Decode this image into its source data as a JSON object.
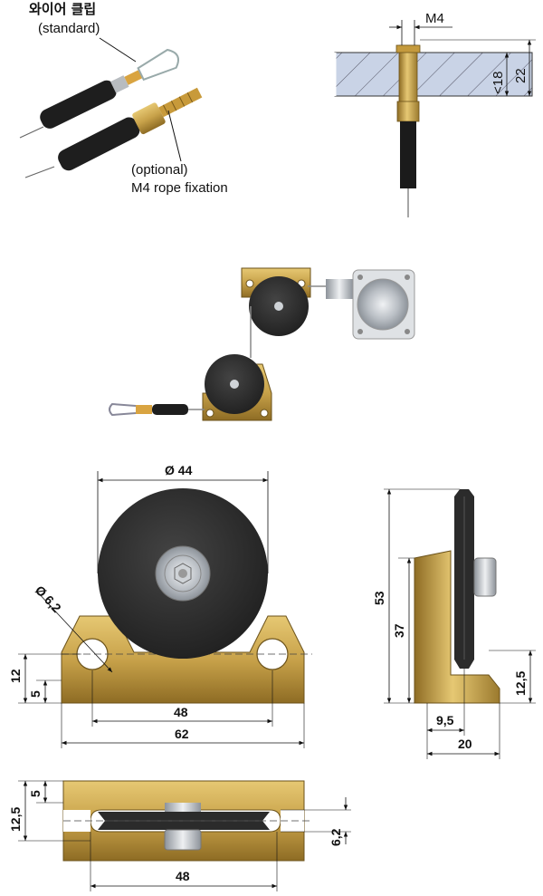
{
  "labels": {
    "wire_clip_korean": "와이어 클립",
    "wire_clip_std": "(standard)",
    "optional": "(optional)",
    "rope_fixation": "M4 rope fixation"
  },
  "dims": {
    "m4": "M4",
    "lt18": "<18",
    "d22": "22",
    "dia44": "Ø 44",
    "dia62": "Ø 6,2",
    "d12": "12",
    "d5": "5",
    "d48": "48",
    "d62": "62",
    "d53": "53",
    "d37": "37",
    "d125": "12,5",
    "d95": "9,5",
    "d20": "20",
    "d5b": "5",
    "d125b": "12,5",
    "d62b": "6,2",
    "d48b": "48"
  },
  "colors": {
    "brass": "#c8a24a",
    "brass_dark": "#8a6a22",
    "wheel": "#2b2b2b",
    "rubber": "#1a1a1a",
    "hatch_fill": "#c9d3e6",
    "metal": "#c9cdd2"
  }
}
